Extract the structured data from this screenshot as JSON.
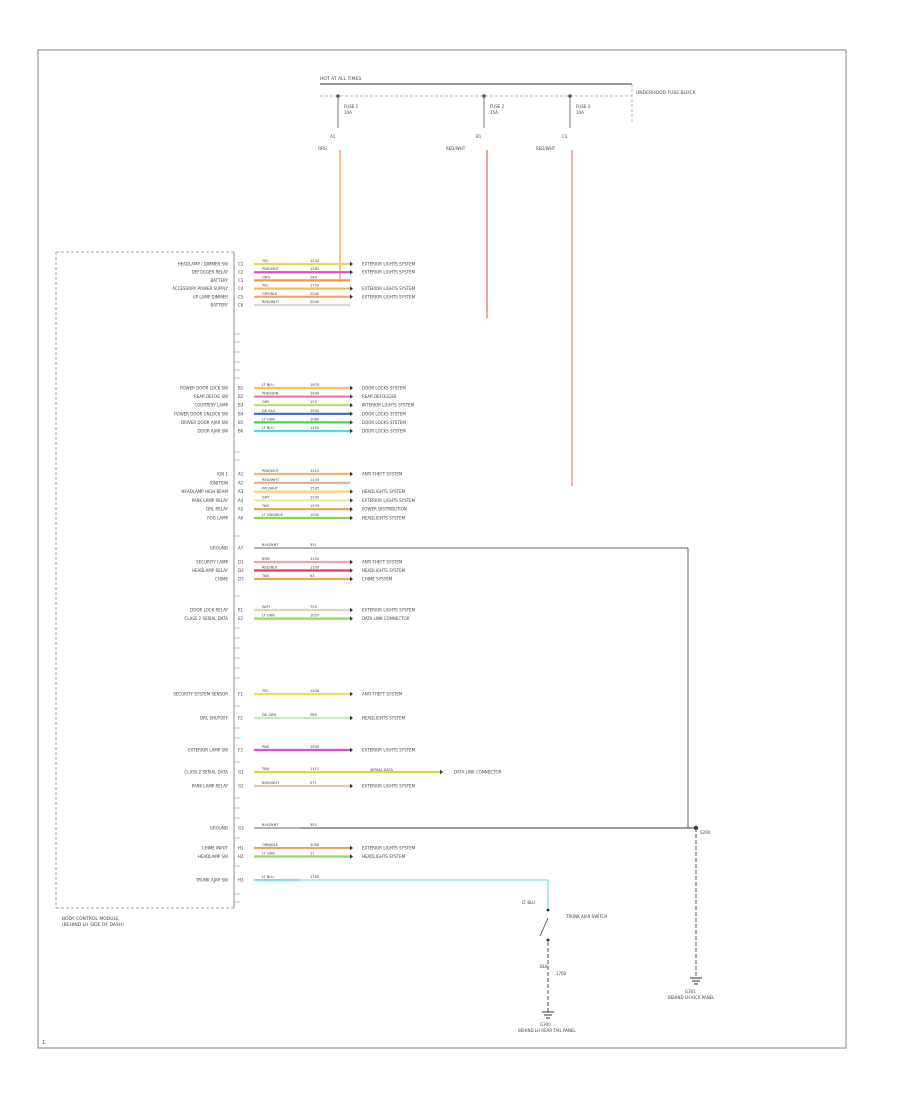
{
  "diagram": {
    "fuse_block_label": "HOT AT ALL TIMES",
    "fuse_block_side_label": "UNDERHOOD FUSE BLOCK",
    "fuses": [
      {
        "name": "FUSE 1",
        "rating": "10A",
        "terminal": "A1",
        "wire_color": "ORG"
      },
      {
        "name": "FUSE 2",
        "rating": "15A",
        "terminal": "B1",
        "wire_color": "RED/WHT"
      },
      {
        "name": "FUSE 3",
        "rating": "10A",
        "terminal": "C1",
        "wire_color": "RED/WHT"
      }
    ],
    "module_name": "BODY CONTROL MODULE",
    "module_subtitle": "(BEHIND LH SIDE OF DASH)",
    "groups": [
      {
        "key": "g1",
        "rows": [
          {
            "label": "HEADLAMP / DIMMER SW",
            "pin": "C1",
            "color": "YEL",
            "circuit": "1234",
            "dest": "EXTERIOR LIGHTS SYSTEM",
            "stroke": "#ecd94a"
          },
          {
            "label": "DEFOGGER RELAY",
            "pin": "C2",
            "color": "PNK/WHT",
            "circuit": "1282",
            "dest": "EXTERIOR LIGHTS SYSTEM",
            "stroke": "#e24ad6"
          },
          {
            "label": "BATTERY",
            "pin": "C3",
            "color": "ORG",
            "circuit": "240",
            "dest": "",
            "stroke": "#f29a3c"
          },
          {
            "label": "ACCESSORY POWER SUPPLY",
            "pin": "C4",
            "color": "YEL",
            "circuit": "1750",
            "dest": "EXTERIOR LIGHTS SYSTEM",
            "stroke": "#f0c24a"
          },
          {
            "label": "I/P LAMP DIMMER",
            "pin": "C5",
            "color": "GRY/BLK",
            "circuit": "2040",
            "dest": "EXTERIOR LIGHTS SYSTEM",
            "stroke": "#f4a36a"
          },
          {
            "label": "BATTERY",
            "pin": "C6",
            "color": "RED/WHT",
            "circuit": "2040",
            "dest": "",
            "stroke": "#d8d8d8"
          }
        ]
      },
      {
        "key": "g2",
        "rows": [
          {
            "label": "POWER DOOR LOCK SW",
            "pin": "B1",
            "color": "LT BLU",
            "circuit": "1970",
            "dest": "DOOR LOCKS SYSTEM",
            "stroke": "#f0c862"
          },
          {
            "label": "REAR DEFOG SW",
            "pin": "B2",
            "color": "PNK/GRN",
            "circuit": "1940",
            "dest": "REAR DEFOGGER",
            "stroke": "#e57ab0"
          },
          {
            "label": "COURTESY LAMP",
            "pin": "B3",
            "color": "GRY",
            "circuit": "155",
            "dest": "INTERIOR LIGHTS SYSTEM",
            "stroke": "#bcd96a"
          },
          {
            "label": "POWER DOOR UNLOCK SW",
            "pin": "B4",
            "color": "DK BLU",
            "circuit": "1950",
            "dest": "DOOR LOCKS SYSTEM",
            "stroke": "#3b63d8"
          },
          {
            "label": "DRIVER DOOR AJAR SW",
            "pin": "B5",
            "color": "LT GRN",
            "circuit": "1060",
            "dest": "DOOR LOCKS SYSTEM",
            "stroke": "#3ed84a"
          },
          {
            "label": "DOOR AJAR SW",
            "pin": "B6",
            "color": "LT BLU",
            "circuit": "1450",
            "dest": "DOOR LOCKS SYSTEM",
            "stroke": "#4fd8e2"
          }
        ]
      },
      {
        "key": "g3",
        "rows": [
          {
            "label": "IGN 1",
            "pin": "A1",
            "color": "PNK/WHT",
            "circuit": "1210",
            "dest": "ANTI-THEFT SYSTEM",
            "stroke": "#f2b86a"
          },
          {
            "label": "IGNITION",
            "pin": "A2",
            "color": "RED/WHT",
            "circuit": "1135",
            "dest": "",
            "stroke": "#f4a0a0"
          },
          {
            "label": "HEADLAMP HIGH BEAM",
            "pin": "A3",
            "color": "PPL/WHT",
            "circuit": "1595",
            "dest": "HEADLIGHTS SYSTEM",
            "stroke": "#f2d882"
          },
          {
            "label": "PARK LAMP RELAY",
            "pin": "A4",
            "color": "GRY",
            "circuit": "1295",
            "dest": "EXTERIOR LIGHTS SYSTEM",
            "stroke": "#e8e8a6"
          },
          {
            "label": "DRL RELAY",
            "pin": "A5",
            "color": "TAN",
            "circuit": "1595",
            "dest": "POWER DISTRIBUTION",
            "stroke": "#f29a52"
          },
          {
            "label": "FOG LAMP",
            "pin": "A6",
            "color": "LT GRN/BLK",
            "circuit": "1000",
            "dest": "HEADLIGHTS SYSTEM",
            "stroke": "#8ad84a"
          }
        ]
      },
      {
        "key": "g4",
        "rows": [
          {
            "label": "SECURITY LAMP",
            "pin": "D1",
            "color": "BRN",
            "circuit": "1100",
            "dest": "ANTI-THEFT SYSTEM",
            "stroke": "#f2a4a4"
          },
          {
            "label": "HEADLAMP RELAY",
            "pin": "D2",
            "color": "RED/BLK",
            "circuit": "1100",
            "dest": "HEADLIGHTS SYSTEM",
            "stroke": "#e23a5a"
          },
          {
            "label": "CHIME",
            "pin": "D3",
            "color": "TAN",
            "circuit": "63",
            "dest": "CHIME SYSTEM",
            "stroke": "#f2a852"
          }
        ]
      },
      {
        "key": "g5",
        "rows": [
          {
            "label": "DOOR LOCK RELAY",
            "pin": "E1",
            "color": "WHT",
            "circuit": "750",
            "dest": "EXTERIOR LIGHTS SYSTEM",
            "stroke": "#d8d8b8"
          },
          {
            "label": "CLASS 2 SERIAL DATA",
            "pin": "E2",
            "color": "LT GRN",
            "circuit": "1057",
            "dest": "DATA LINK CONNECTOR",
            "stroke": "#9ad86a"
          }
        ]
      }
    ],
    "singles": [
      {
        "key": "s1",
        "label": "SECURITY SYSTEM SENSOR",
        "pin": "F1",
        "color": "YEL",
        "circuit": "1526",
        "dest": "ANTI-THEFT SYSTEM",
        "stroke": "#e8e05a"
      },
      {
        "key": "s2",
        "label": "DRL SHUTOFF",
        "pin": "F2",
        "color": "DK GRN",
        "circuit": "285",
        "dest": "HEADLIGHTS SYSTEM",
        "stroke": "#c8e8b8"
      },
      {
        "key": "s3",
        "label": "EXTERIOR LAMP SW",
        "pin": "F3",
        "color": "PNK",
        "circuit": "1940",
        "dest": "EXTERIOR LIGHTS SYSTEM",
        "stroke": "#e24ad6"
      }
    ],
    "data_pair": [
      {
        "label": "CLASS 2 SERIAL DATA",
        "pin": "G1",
        "color": "TAN",
        "circuit": "1112",
        "dest": "DATA LINK CONNECTOR",
        "stroke": "#d8d84a"
      },
      {
        "label": "PARK LAMP RELAY",
        "pin": "G2",
        "color": "BRN/WHT",
        "circuit": "571",
        "dest": "EXTERIOR LIGHTS SYSTEM",
        "stroke": "#e8c8a8"
      }
    ],
    "data_pair_extra": "SERIAL DATA",
    "ground_row": {
      "label": "GROUND",
      "pin": "G3",
      "color": "BLK/WHT",
      "circuit": "350"
    },
    "lower_rows": [
      {
        "label": "CHIME INPUT",
        "pin": "H1",
        "color": "ORN/BLK",
        "circuit": "1056",
        "dest": "EXTERIOR LIGHTS SYSTEM",
        "stroke": "#e8a858"
      },
      {
        "label": "HEADLAMP SW",
        "pin": "H2",
        "color": "LT GRN",
        "circuit": "11",
        "dest": "HEADLIGHTS SYSTEM",
        "stroke": "#8ad86a"
      }
    ],
    "trunk_row": {
      "label": "TRUNK AJAR SW",
      "pin": "H3",
      "color": "LT BLU",
      "circuit": "1760"
    },
    "splice": "S200",
    "trunk_switch": {
      "label": "TRUNK AJAR SWITCH",
      "wire_color": "LT BLU",
      "wire_color_2": "BLK",
      "circuit": "1760"
    },
    "ground_left": {
      "name": "G300",
      "desc": "BEHIND LH REAR TAIL PANEL"
    },
    "ground_right": {
      "name": "G301",
      "desc": "BEHIND LH KICK PANEL"
    },
    "page_number": "1"
  }
}
